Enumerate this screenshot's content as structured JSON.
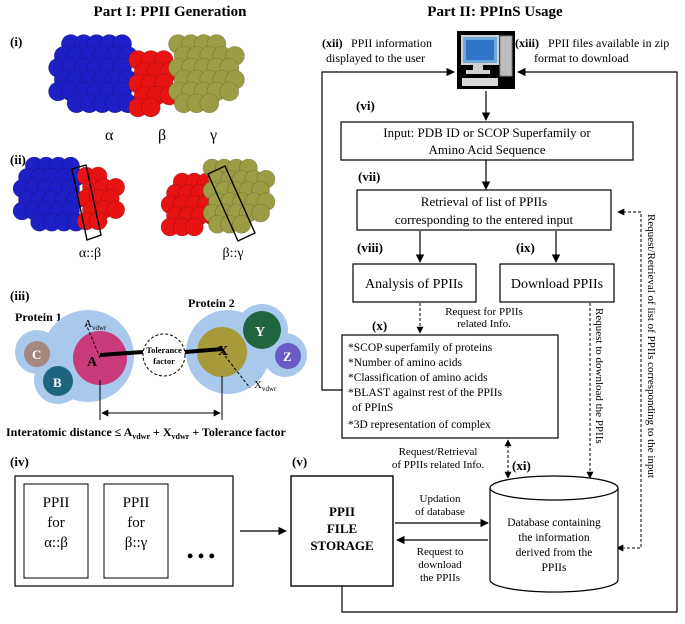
{
  "part1_title": "Part I: PPII Generation",
  "part2_title": "Part II: PPInS Usage",
  "labels": {
    "i": "(i)",
    "ii": "(ii)",
    "iii": "(iii)",
    "iv": "(iv)",
    "v": "(v)",
    "vi": "(vi)",
    "vii": "(vii)",
    "viii": "(viii)",
    "ix": "(ix)",
    "x": "(x)",
    "xi": "(xi)",
    "xii": "(xii)",
    "xiii": "(xiii)"
  },
  "greek": {
    "alpha": "α",
    "beta": "β",
    "gamma": "γ",
    "ab": "α::β",
    "bg": "β::γ"
  },
  "iii": {
    "protein1": "Protein 1",
    "protein2": "Protein 2",
    "atom_a": "A",
    "atom_x": "X",
    "atom_b": "B",
    "atom_c": "C",
    "atom_y": "Y",
    "atom_z": "Z",
    "a_vdwr_main": "A",
    "a_vdwr_sub": "vdwr",
    "x_vdwr_main": "X",
    "x_vdwr_sub": "vdwr",
    "tol_line1": "Tolerance",
    "tol_line2": "factor",
    "formula_pre": "Interatomic distance ≤ A",
    "formula_sub1": "vdwr",
    "formula_mid": " + X",
    "formula_sub2": "vdwr",
    "formula_post": " + Tolerance factor"
  },
  "iv": {
    "box1": [
      "PPII",
      "for",
      "α::β"
    ],
    "box2": [
      "PPII",
      "for",
      "β::γ"
    ],
    "ellipsis": "• • •"
  },
  "storage": [
    "PPII",
    "FILE",
    "STORAGE"
  ],
  "xii_text": [
    "PPII information",
    "displayed to the user"
  ],
  "xiii_text": [
    "PPII files available in zip",
    "format to download"
  ],
  "input_box": [
    "Input: PDB ID or SCOP Superfamily or",
    "Amino Acid Sequence"
  ],
  "retrieval_box": [
    "Retrieval of list of PPIIs",
    "corresponding to the entered input"
  ],
  "analysis_box": "Analysis of PPIIs",
  "download_box": "Download PPIIs",
  "request_info": [
    "Request for PPIIs",
    "related Info."
  ],
  "request_download_vertical": "Request to  download the PPIIs",
  "request_retrieval_vertical": "Request/Retrieval of list of PPIIs corresponding to the input",
  "info_list": [
    "*SCOP superfamily of proteins",
    "*Number of amino acids",
    "*Classification of amino acids",
    "*BLAST against rest of the PPIIs",
    "  of PPInS",
    "*3D representation of complex"
  ],
  "req_retrieval_info": [
    "Request/Retrieval",
    "of PPIIs related Info."
  ],
  "updation": [
    "Updation",
    "of database"
  ],
  "req_download": [
    "Request to",
    "download",
    "the PPIIs"
  ],
  "database": [
    "Database containing",
    "the information",
    "derived from the",
    "PPIIs"
  ],
  "colors": {
    "alpha": "#1f1fc8",
    "beta": "#e81313",
    "gamma": "#9c9c45",
    "halo": "#a9c9ec",
    "atomA": "#c93a7a",
    "atomX": "#a69a3a",
    "atomB": "#1e6680",
    "atomC": "#a58880",
    "atomY": "#1f6640",
    "atomZ": "#6a5ac6"
  }
}
